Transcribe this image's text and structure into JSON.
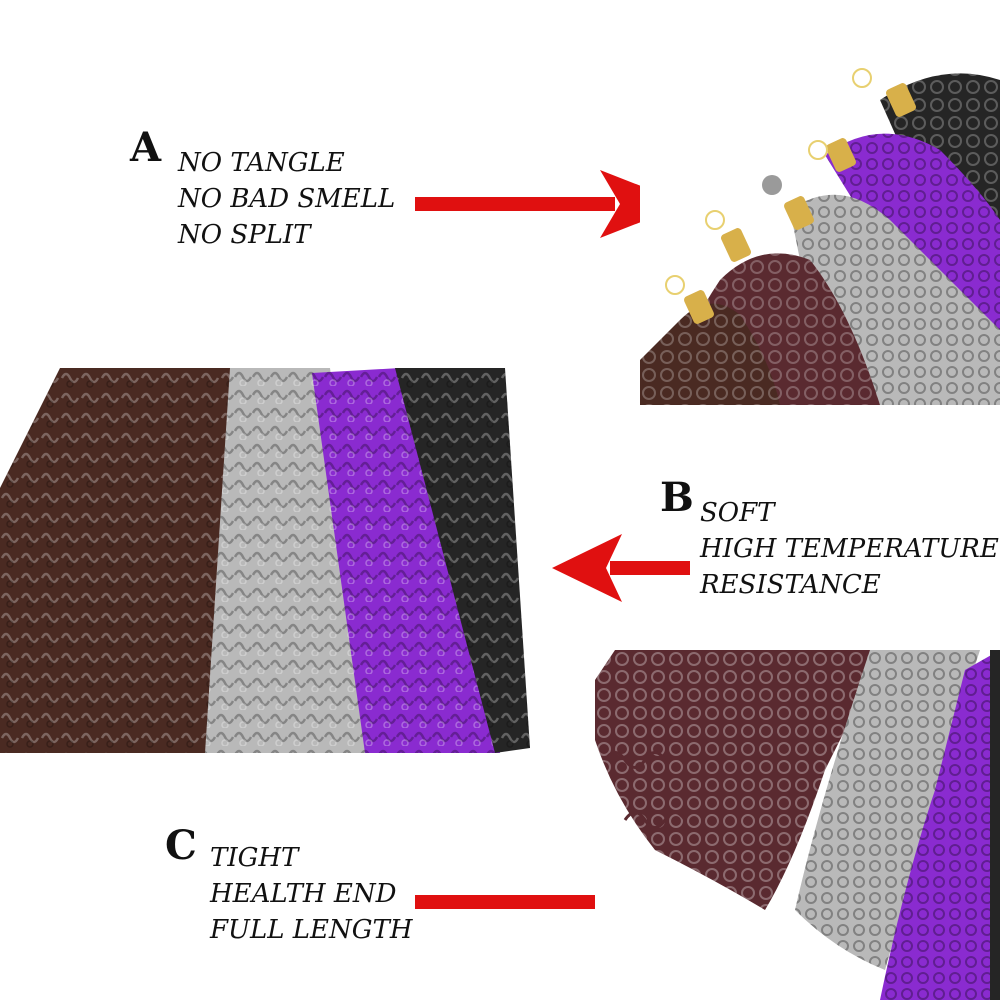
{
  "colors": {
    "arrow": "#e01010",
    "text": "#111111",
    "dark_brown": "#4a2a22",
    "burgundy": "#5a2a30",
    "grey": "#b9b9b9",
    "purple": "#8a2bd0",
    "black": "#222222",
    "gold_band": "#d8b04a"
  },
  "section_a": {
    "letter": "A",
    "lines": [
      "NO TANGLE",
      "NO BAD SMELL",
      "NO SPLIT"
    ],
    "arrow_direction": "right"
  },
  "section_b": {
    "letter": "B",
    "lines": [
      "SOFT",
      "HIGH TEMPERATURE",
      "RESISTANCE"
    ],
    "arrow_direction": "left"
  },
  "section_c": {
    "letter": "C",
    "lines": [
      "TIGHT",
      "HEALTH END",
      "FULL LENGTH"
    ],
    "arrow_direction": "right"
  },
  "photos": {
    "a": "hair-bundles-with-gold-bands-photo",
    "b": "curly-hair-wefts-closeup-photo",
    "c": "curly-hair-ends-photo"
  }
}
